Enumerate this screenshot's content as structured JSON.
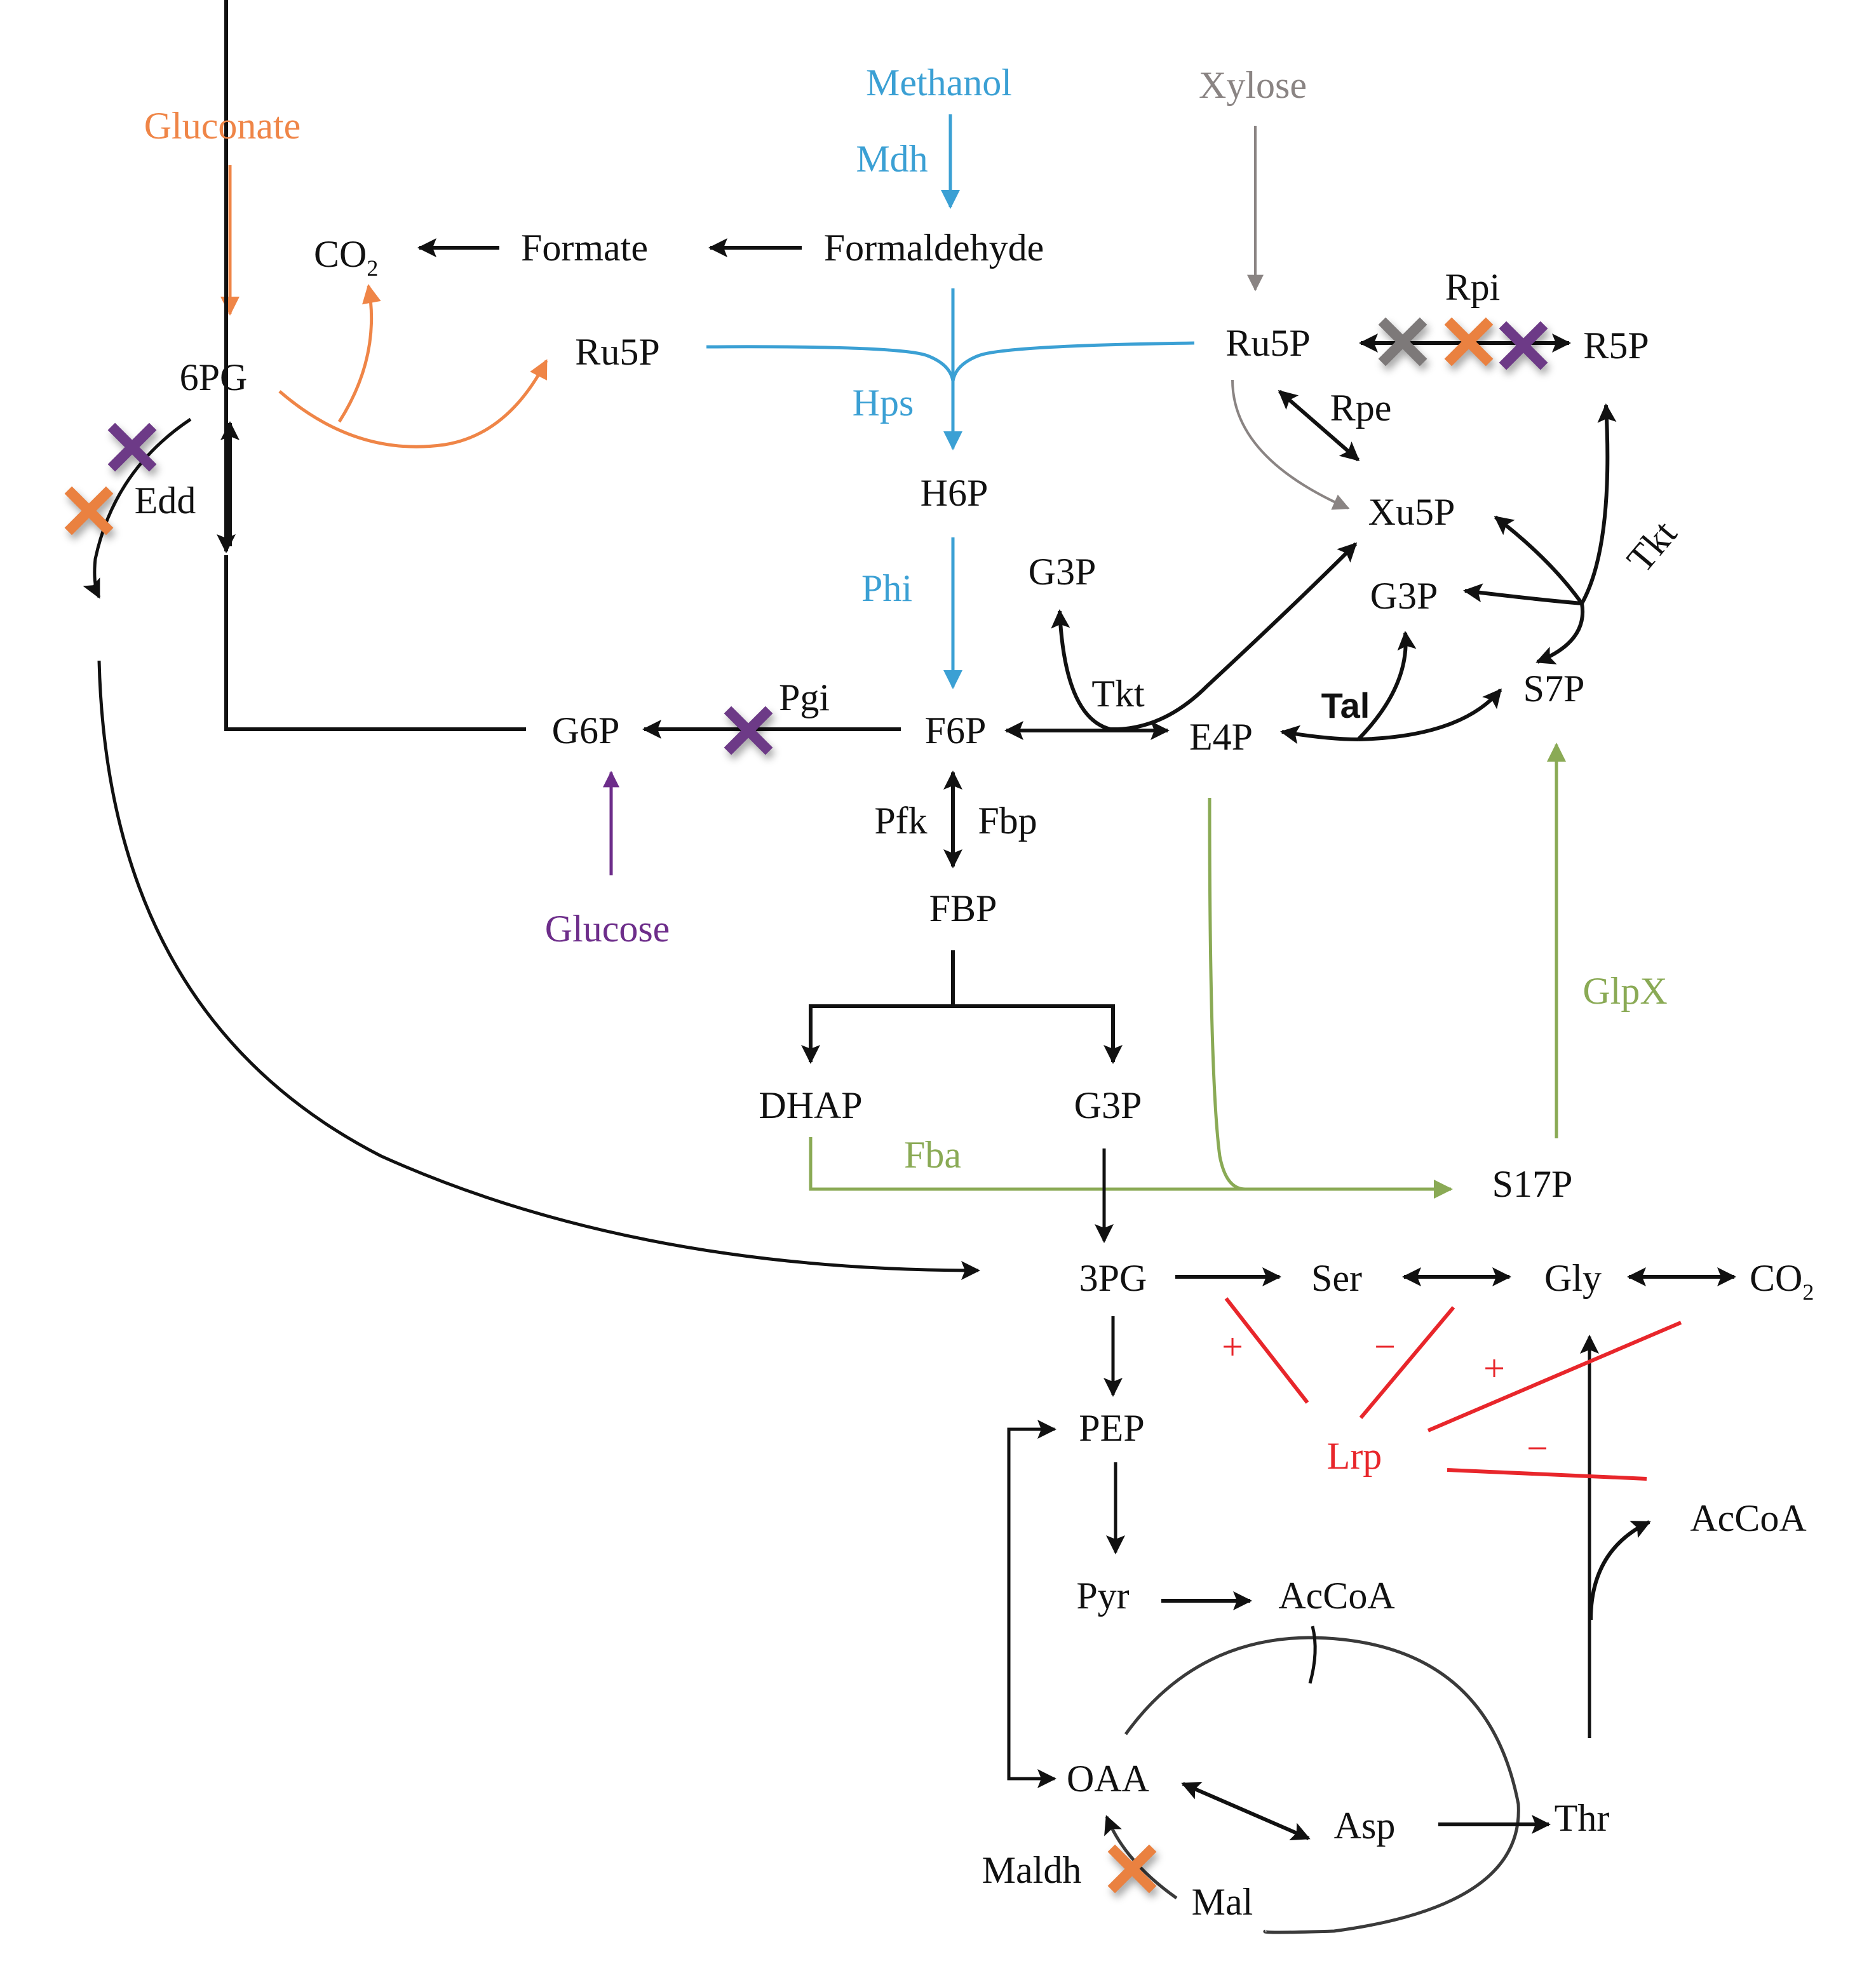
{
  "figure": {
    "title": "",
    "colors": {
      "methanol": "#3ba0d4",
      "gluconate": "#ef8547",
      "xylose": "#8a8483",
      "glucose": "#6d2d8a",
      "fba_glpx": "#8aaa55",
      "regulation": "#e8262b",
      "default": "#111111"
    }
  },
  "substrates": {
    "gluconate": "Gluconate",
    "methanol": "Methanol",
    "xylose": "Xylose",
    "glucose": "Glucose"
  },
  "metabolites": {
    "formaldehyde": "Formaldehyde",
    "formate": "Formate",
    "co2_top": "CO",
    "co2_top_sub": "2",
    "pg6": "6PG",
    "ru5p_left": "Ru5P",
    "ru5p_right": "Ru5P",
    "r5p": "R5P",
    "h6p": "H6P",
    "xu5p": "Xu5P",
    "g3p_tkt": "G3P",
    "g3p_right": "G3P",
    "s7p": "S7P",
    "g6p": "G6P",
    "f6p": "F6P",
    "e4p": "E4P",
    "fbp": "FBP",
    "dhap": "DHAP",
    "g3p_fba": "G3P",
    "s17p": "S17P",
    "pg3": "3PG",
    "ser": "Ser",
    "gly": "Gly",
    "co2_bottom": "CO",
    "co2_bottom_sub": "2",
    "pep": "PEP",
    "pyr": "Pyr",
    "accoa_mid": "AcCoA",
    "accoa_right": "AcCoA",
    "oaa": "OAA",
    "asp": "Asp",
    "thr": "Thr",
    "mal": "Mal"
  },
  "enzymes": {
    "mdh": "Mdh",
    "hps": "Hps",
    "phi": "Phi",
    "rpi": "Rpi",
    "rpe": "Rpe",
    "tkt_rotated": "Tkt",
    "tkt": "Tkt",
    "tal": "Tal",
    "edd": "Edd",
    "pgi": "Pgi",
    "pfk": "Pfk",
    "fbp": "Fbp",
    "fba": "Fba",
    "glpx": "GlpX",
    "maldh": "Maldh"
  },
  "regulation": {
    "regulator": "Lrp",
    "signs": [
      "+",
      "−",
      "+",
      "−"
    ]
  },
  "knockouts": [
    {
      "enzyme": "Edd",
      "marks": [
        "purple",
        "orange"
      ]
    },
    {
      "enzyme": "Rpi",
      "marks": [
        "gray",
        "orange",
        "purple"
      ]
    },
    {
      "enzyme": "Pgi",
      "marks": [
        "purple"
      ]
    },
    {
      "enzyme": "Maldh",
      "marks": [
        "orange"
      ]
    }
  ]
}
